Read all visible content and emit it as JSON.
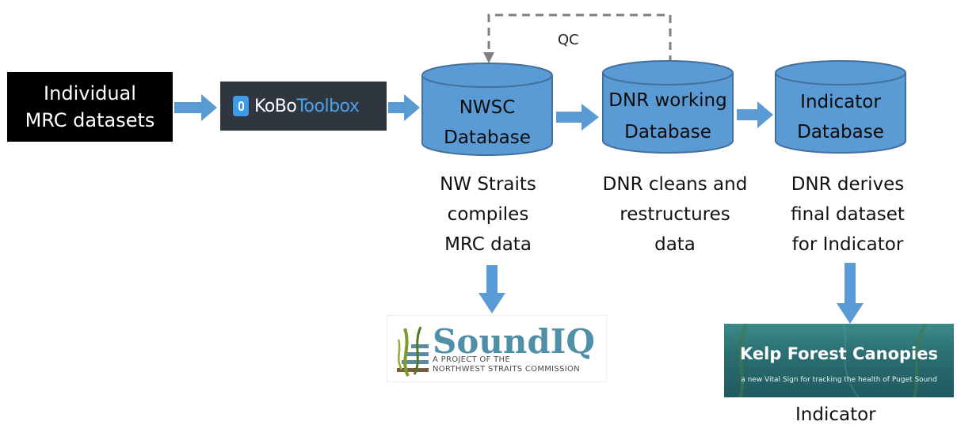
{
  "source": {
    "line1": "Individual",
    "line2": "MRC datasets"
  },
  "kobo": {
    "part1": "KoBo",
    "part2": "Toolbox"
  },
  "databases": [
    {
      "line1": "NWSC",
      "line2": "Database"
    },
    {
      "line1": "DNR working",
      "line2": "Database"
    },
    {
      "line1": "Indicator",
      "line2": "Database"
    }
  ],
  "descriptions": [
    {
      "line1": "NW Straits",
      "line2": "compiles",
      "line3": "MRC data"
    },
    {
      "line1": "DNR cleans and",
      "line2": "restructures",
      "line3": "data"
    },
    {
      "line1": "DNR derives",
      "line2": "final dataset",
      "line3": "for Indicator"
    }
  ],
  "qc_label": "QC",
  "soundiq": {
    "title": "SoundIQ",
    "sub1": "A PROJECT OF THE",
    "sub2": "NORTHWEST STRAITS COMMISSION"
  },
  "kelp": {
    "title": "Kelp Forest Canopies",
    "subtitle": "a new Vital Sign for tracking the health of Puget Sound"
  },
  "indicator_label": "Indicator",
  "colors": {
    "db_fill": "#5b9bd5",
    "db_stroke": "#41719c",
    "arrow": "#5b9bd5",
    "qc_line": "#7f7f7f"
  }
}
